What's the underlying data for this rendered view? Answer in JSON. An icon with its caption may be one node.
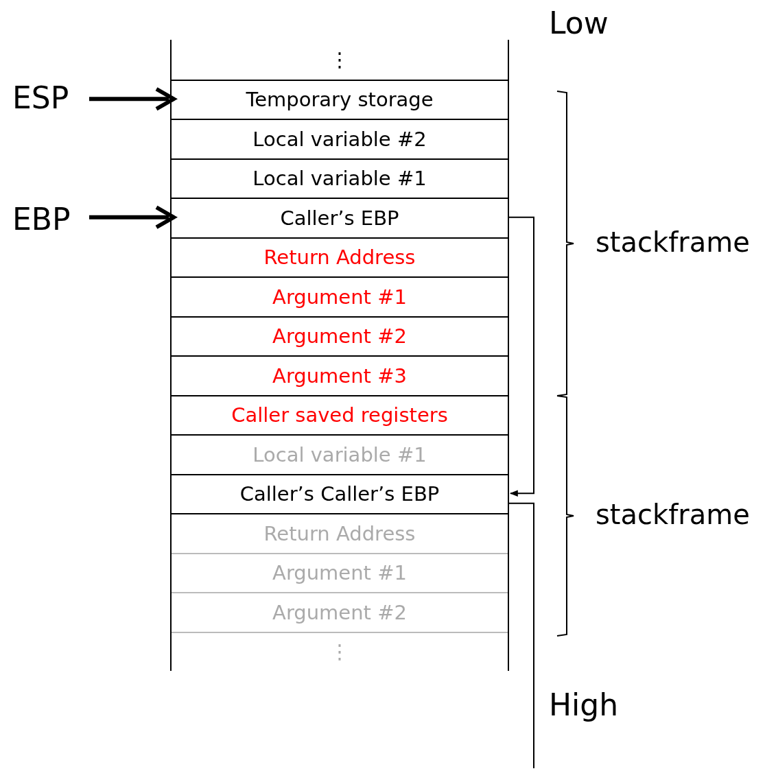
{
  "diagram": {
    "nodes": [
      {
        "text": [
          "⋮"
        ]
      },
      {
        "text": [
          "Temporary storage"
        ]
      },
      {
        "text": [
          "Local variable #2"
        ]
      },
      {
        "text": [
          "Local variable #1"
        ]
      },
      {
        "text": [
          "Caller’s EBP"
        ]
      },
      {
        "text": [
          "Return Address"
        ]
      },
      {
        "text": [
          "Argument #1"
        ]
      },
      {
        "text": [
          "Argument #2"
        ]
      },
      {
        "text": [
          "Argument #3"
        ]
      },
      {
        "text": [
          "Caller saved registers"
        ]
      },
      {
        "text": [
          "Local variable #1"
        ]
      },
      {
        "text": [
          "Caller’s Caller’s EBP"
        ]
      },
      {
        "text": [
          "Return Address"
        ]
      },
      {
        "text": [
          "Argument #1"
        ]
      },
      {
        "text": [
          "Argument #2"
        ]
      },
      {
        "text": [
          "⋮"
        ]
      },
      {
        "text": [
          "ESP"
        ]
      },
      {
        "text": [
          "EBP"
        ]
      }
    ],
    "edges": [
      {
        "from": 16,
        "to": 1,
        "arrow": "to",
        "style": "thick"
      },
      {
        "from": 17,
        "to": 4,
        "arrow": "to",
        "style": "thick"
      },
      {
        "from": 4,
        "to": 11,
        "arrow": "to"
      },
      {
        "from": 11,
        "to": null,
        "arrow": "none"
      }
    ],
    "labels": [
      "Low",
      "stackframe",
      "stackframe",
      "High"
    ]
  }
}
